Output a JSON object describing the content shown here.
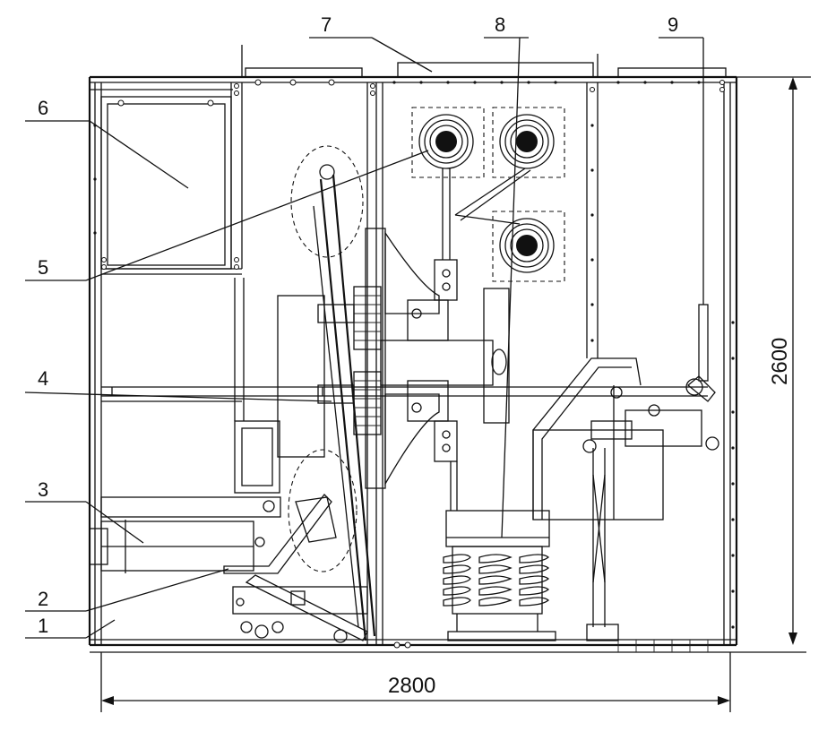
{
  "callouts": [
    "1",
    "2",
    "3",
    "4",
    "5",
    "6",
    "7",
    "8",
    "9"
  ],
  "dimensions": {
    "width": "2800",
    "height": "2600"
  },
  "colors": {
    "line": "#111111",
    "background": "#ffffff"
  }
}
